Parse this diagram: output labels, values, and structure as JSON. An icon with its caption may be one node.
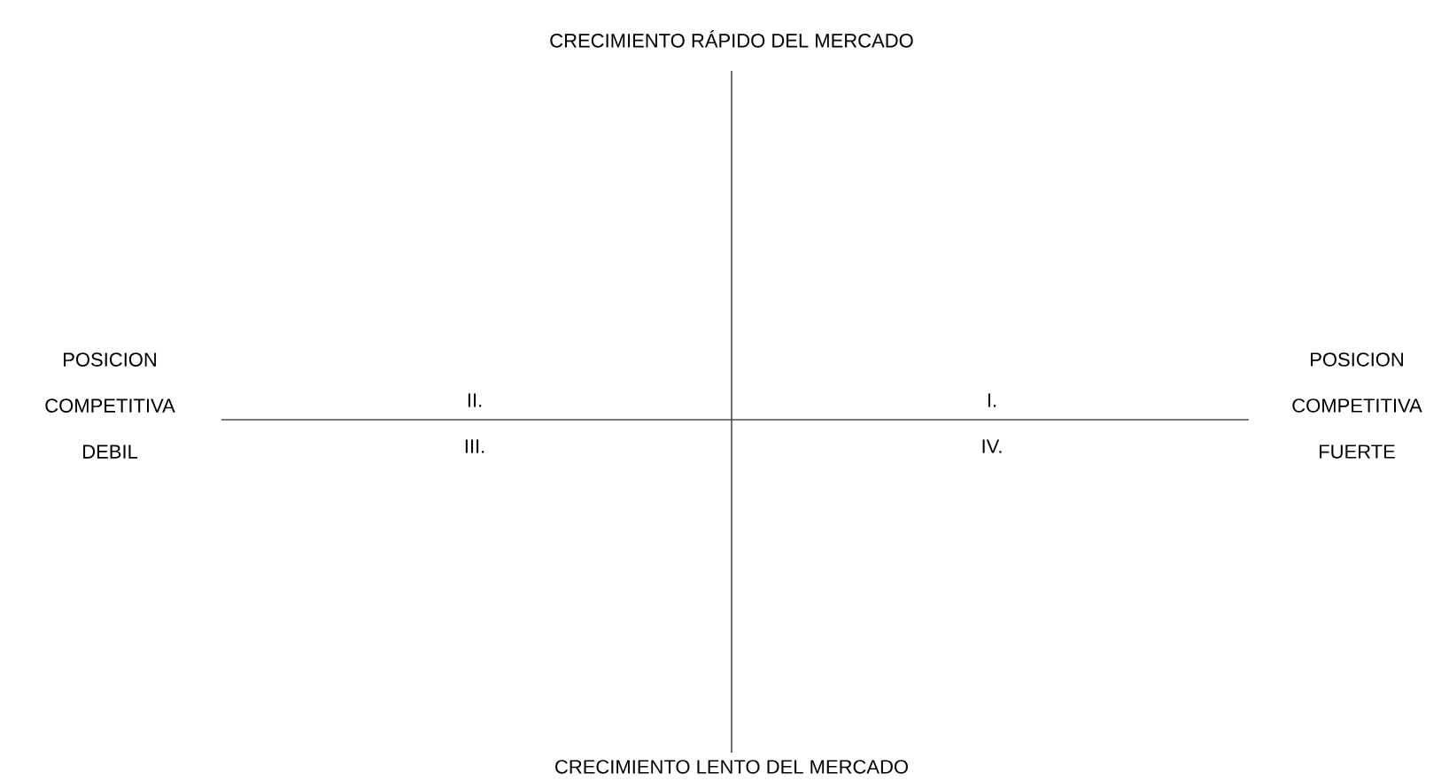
{
  "diagram": {
    "labels": [
      "CRECIMIENTO RÁPIDO DEL MERCADO",
      "POSICION COMPETITIVA DEBIL",
      "II.",
      "I.",
      "POSICION COMPETITIVA FUERTE",
      "III.",
      "IV.",
      "CRECIMIENTO LENTO DEL MERCADO"
    ]
  }
}
